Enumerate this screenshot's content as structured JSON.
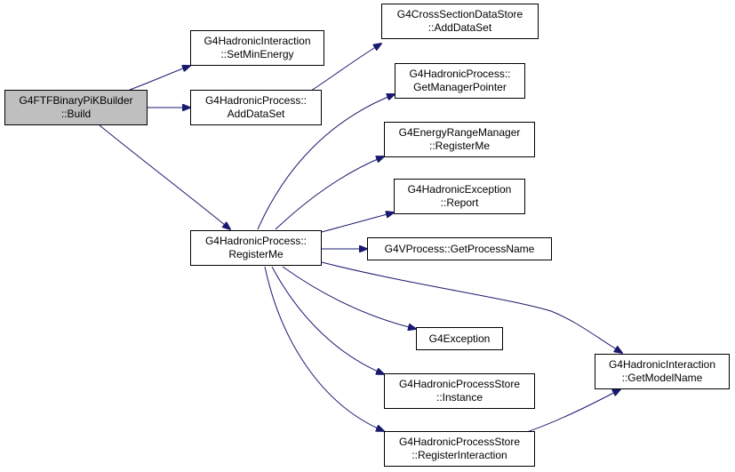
{
  "colors": {
    "edge": "#191970",
    "root_fill": "#bfbfbf",
    "node_fill": "#ffffff",
    "node_border": "#000000"
  },
  "nodes": {
    "build": {
      "line1": "G4FTFBinaryPiKBuilder",
      "line2": "::Build"
    },
    "setmin": {
      "line1": "G4HadronicInteraction",
      "line2": "::SetMinEnergy"
    },
    "adddata": {
      "line1": "G4HadronicProcess::",
      "line2": "AddDataSet"
    },
    "store_add": {
      "line1": "G4CrossSectionDataStore",
      "line2": "::AddDataSet"
    },
    "getmgr": {
      "line1": "G4HadronicProcess::",
      "line2": "GetManagerPointer"
    },
    "registerme": {
      "line1": "G4HadronicProcess::",
      "line2": "RegisterMe"
    },
    "erm": {
      "line1": "G4EnergyRangeManager",
      "line2": "::RegisterMe"
    },
    "report": {
      "line1": "G4HadronicException",
      "line2": "::Report"
    },
    "procname": {
      "line1": "G4VProcess::GetProcessName"
    },
    "exception": {
      "line1": "G4Exception"
    },
    "instance": {
      "line1": "G4HadronicProcessStore",
      "line2": "::Instance"
    },
    "reginter": {
      "line1": "G4HadronicProcessStore",
      "line2": "::RegisterInteraction"
    },
    "modelname": {
      "line1": "G4HadronicInteraction",
      "line2": "::GetModelName"
    }
  }
}
